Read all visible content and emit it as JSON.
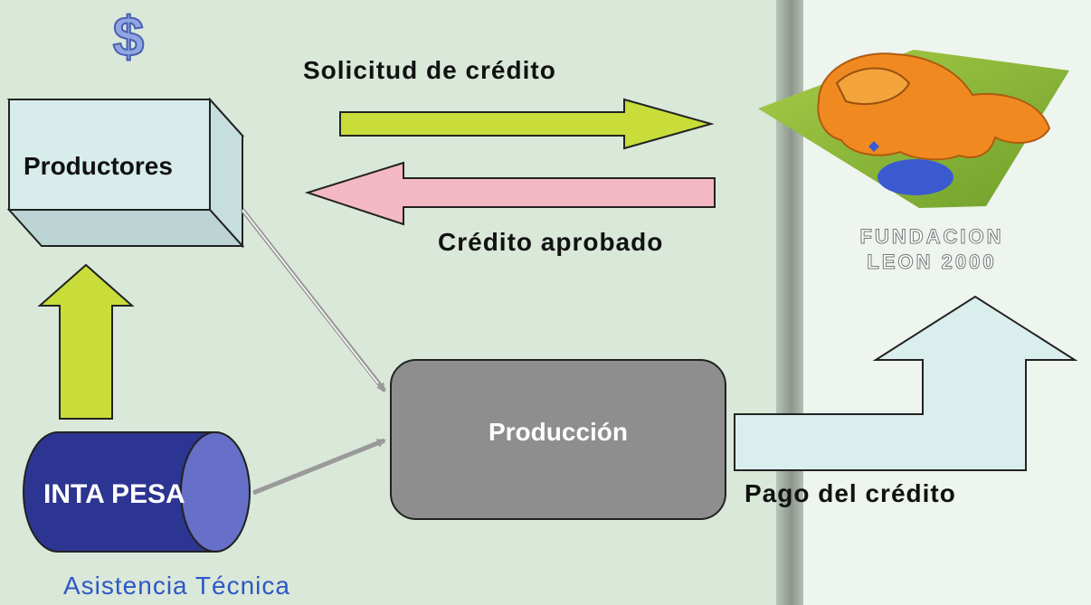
{
  "symbol": {
    "dollar": "$"
  },
  "flows": {
    "solicitud": "Solicitud de crédito",
    "aprobado": "Crédito aprobado",
    "pago": "Pago del crédito"
  },
  "nodes": {
    "productores": "Productores",
    "produccion": "Producción",
    "inta": "INTA PESA",
    "asistencia": "Asistencia Técnica"
  },
  "logo": {
    "line1": "FUNDACION",
    "line2": "LEON 2000"
  },
  "colors": {
    "background": "#d9e8d9",
    "right_panel": "#eef4ee",
    "arrow_green": "#c8dd3a",
    "arrow_pink": "#f4b8c4",
    "arrow_lightblue": "#dbeeee",
    "box_productores": "#d8ecec",
    "box_produccion": "#8e8e8e",
    "cylinder_inta": "#2c3591"
  }
}
